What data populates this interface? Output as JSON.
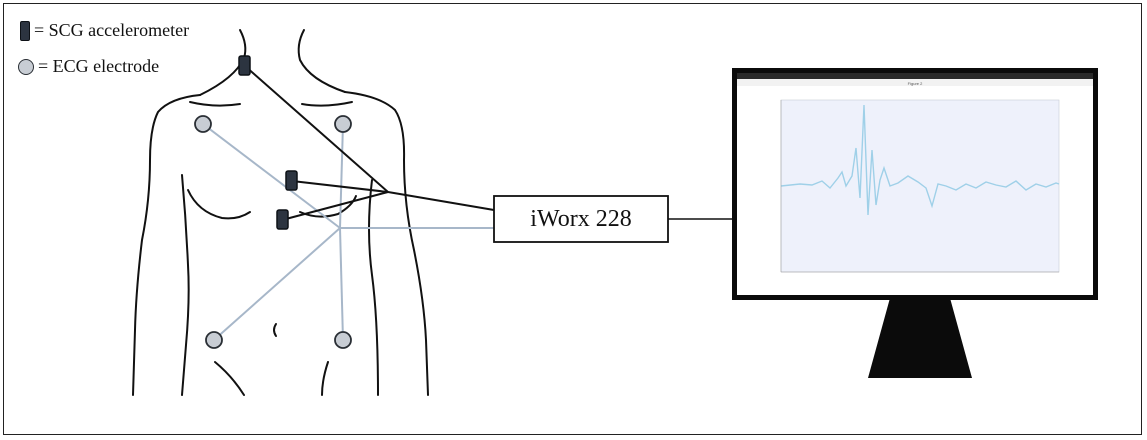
{
  "legend": {
    "accelerometer": "= SCG accelerometer",
    "electrode": "= ECG electrode"
  },
  "device": {
    "label": "iWorx 228"
  },
  "colors": {
    "outline": "#111111",
    "ecg_lead": "#a7b7c9",
    "accelerometer_fill": "#2c3440",
    "electrode_fill": "#c8cdd4",
    "monitor_body": "#0b0b0b",
    "screen_bg": "#ffffff",
    "plot_bg": "#eef1fb",
    "signal": "#9fd0e8"
  },
  "monitor": {
    "window_title": "Figure 2"
  }
}
